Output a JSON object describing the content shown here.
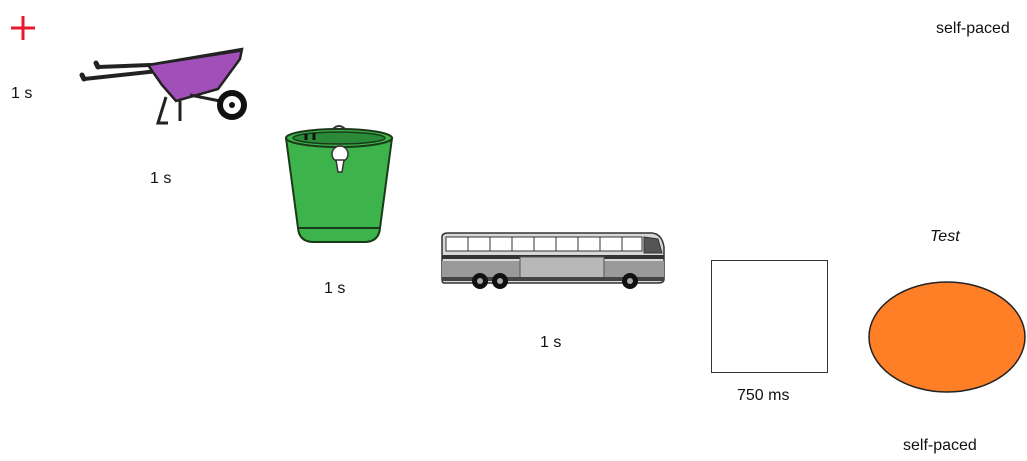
{
  "fixation": {
    "icon": "fixation-cross-icon",
    "color": "#e8192c",
    "duration": "1 s"
  },
  "stimuli": [
    {
      "name": "wheelbarrow",
      "icon": "wheelbarrow-icon",
      "color": "#a050b8",
      "duration": "1 s"
    },
    {
      "name": "bucket",
      "icon": "bucket-icon",
      "color": "#3cb44b",
      "duration": "1 s"
    },
    {
      "name": "bus",
      "icon": "bus-icon",
      "color": "#9a9a9a",
      "duration": "1 s"
    }
  ],
  "blank": {
    "duration": "750 ms"
  },
  "test": {
    "label": "Test",
    "shape": "oval",
    "color": "#ff7f27",
    "duration": "self-paced"
  },
  "top_right_label": "self-paced"
}
